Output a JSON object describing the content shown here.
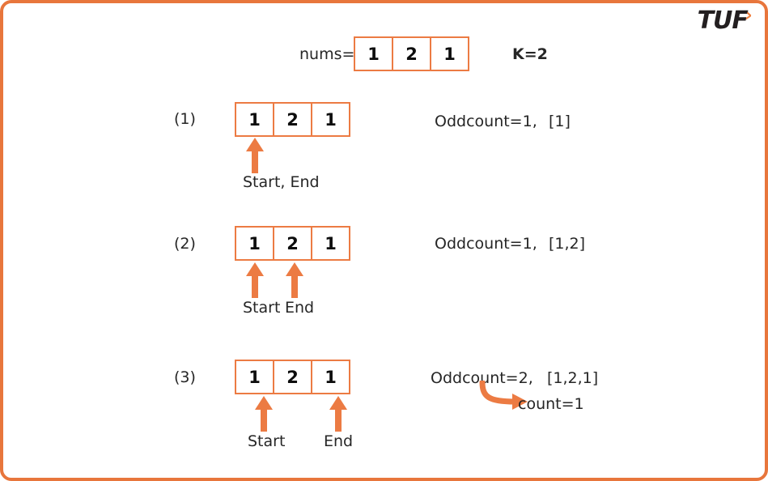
{
  "slide": {
    "border_color": "#e8763c",
    "accent_color": "#ec7b43",
    "text_color": "#262626",
    "background": "#ffffff"
  },
  "logo": {
    "text": "TUF",
    "chevron": "›"
  },
  "header": {
    "nums_label": "nums=",
    "nums_values": [
      "1",
      "2",
      "1"
    ],
    "k_label": "K=2"
  },
  "steps": [
    {
      "index_label": "(1)",
      "values": [
        "1",
        "2",
        "1"
      ],
      "pointer_labels": [
        "Start, End"
      ],
      "pointer_cells": [
        0
      ],
      "oddcount_text": "Oddcount=1,",
      "subarray_text": "[1]"
    },
    {
      "index_label": "(2)",
      "values": [
        "1",
        "2",
        "1"
      ],
      "pointer_labels": [
        "Start",
        "End"
      ],
      "pointer_cells": [
        0,
        1
      ],
      "oddcount_text": "Oddcount=1,",
      "subarray_text": "[1,2]"
    },
    {
      "index_label": "(3)",
      "values": [
        "1",
        "2",
        "1"
      ],
      "pointer_labels": [
        "Start",
        "End"
      ],
      "pointer_cells": [
        0,
        2
      ],
      "oddcount_text": "Oddcount=2,",
      "subarray_text": "[1,2,1]",
      "count_text": "count=1"
    }
  ]
}
